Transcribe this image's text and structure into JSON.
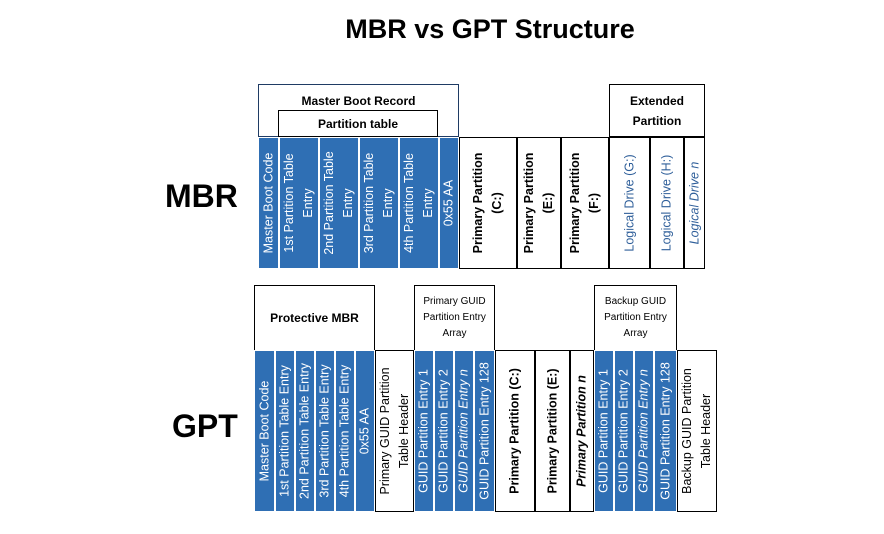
{
  "title": "MBR vs GPT Structure",
  "mbr": {
    "label": "MBR",
    "master_boot_record": "Master Boot Record",
    "partition_table": "Partition table",
    "extended_partition": [
      "Extended",
      "Partition"
    ],
    "cells": [
      {
        "lines": [
          "Master Boot Code"
        ]
      },
      {
        "lines": [
          "1st Partition Table",
          "Entry"
        ]
      },
      {
        "lines": [
          "2nd Partition Table",
          "Entry"
        ]
      },
      {
        "lines": [
          "3rd Partition Table",
          "Entry"
        ]
      },
      {
        "lines": [
          "4th Partition Table",
          "Entry"
        ]
      },
      {
        "lines": [
          "0x55 AA"
        ]
      },
      {
        "lines": [
          "Primary Partition",
          "(C:)"
        ]
      },
      {
        "lines": [
          "Primary Partition",
          "(E:)"
        ]
      },
      {
        "lines": [
          "Primary Partition",
          "(F:)"
        ]
      },
      {
        "lines": [
          "Logical Drive (G:)"
        ]
      },
      {
        "lines": [
          "Logical Drive (H:)"
        ]
      },
      {
        "lines": [
          "Logical Drive n"
        ]
      }
    ]
  },
  "gpt": {
    "label": "GPT",
    "protective_mbr": "Protective MBR",
    "primary_array": [
      "Primary GUID",
      "Partition Entry",
      "Array"
    ],
    "backup_array": [
      "Backup GUID",
      "Partition Entry",
      "Array"
    ],
    "cells": [
      {
        "lines": [
          "Master Boot Code"
        ]
      },
      {
        "lines": [
          "1st Partition Table Entry"
        ]
      },
      {
        "lines": [
          "2nd Partition Table Entry"
        ]
      },
      {
        "lines": [
          "3rd Partition Table Entry"
        ]
      },
      {
        "lines": [
          "4th Partition Table Entry"
        ]
      },
      {
        "lines": [
          "0x55 AA"
        ]
      },
      {
        "lines": [
          "Primary GUID Partition",
          "Table Header"
        ]
      },
      {
        "lines": [
          "GUID Partition Entry 1"
        ]
      },
      {
        "lines": [
          "GUID Partition Entry 2"
        ]
      },
      {
        "lines": [
          "GUID Partition Entry n"
        ]
      },
      {
        "lines": [
          "GUID Partition Entry 128"
        ]
      },
      {
        "lines": [
          "Primary Partition (C:)"
        ]
      },
      {
        "lines": [
          "Primary Partition (E:)"
        ]
      },
      {
        "lines": [
          "Primary Partition n"
        ]
      },
      {
        "lines": [
          "GUID Partition Entry 1"
        ]
      },
      {
        "lines": [
          "GUID Partition Entry 2"
        ]
      },
      {
        "lines": [
          "GUID Partition Entry n"
        ]
      },
      {
        "lines": [
          "GUID Partition Entry 128"
        ]
      },
      {
        "lines": [
          "Backup GUID Partition",
          "Table Header"
        ]
      }
    ]
  },
  "colors": {
    "blue_fill": "#2f6fb4",
    "navy_border": "#1f3b64",
    "logical_text": "#2f5f9a"
  }
}
